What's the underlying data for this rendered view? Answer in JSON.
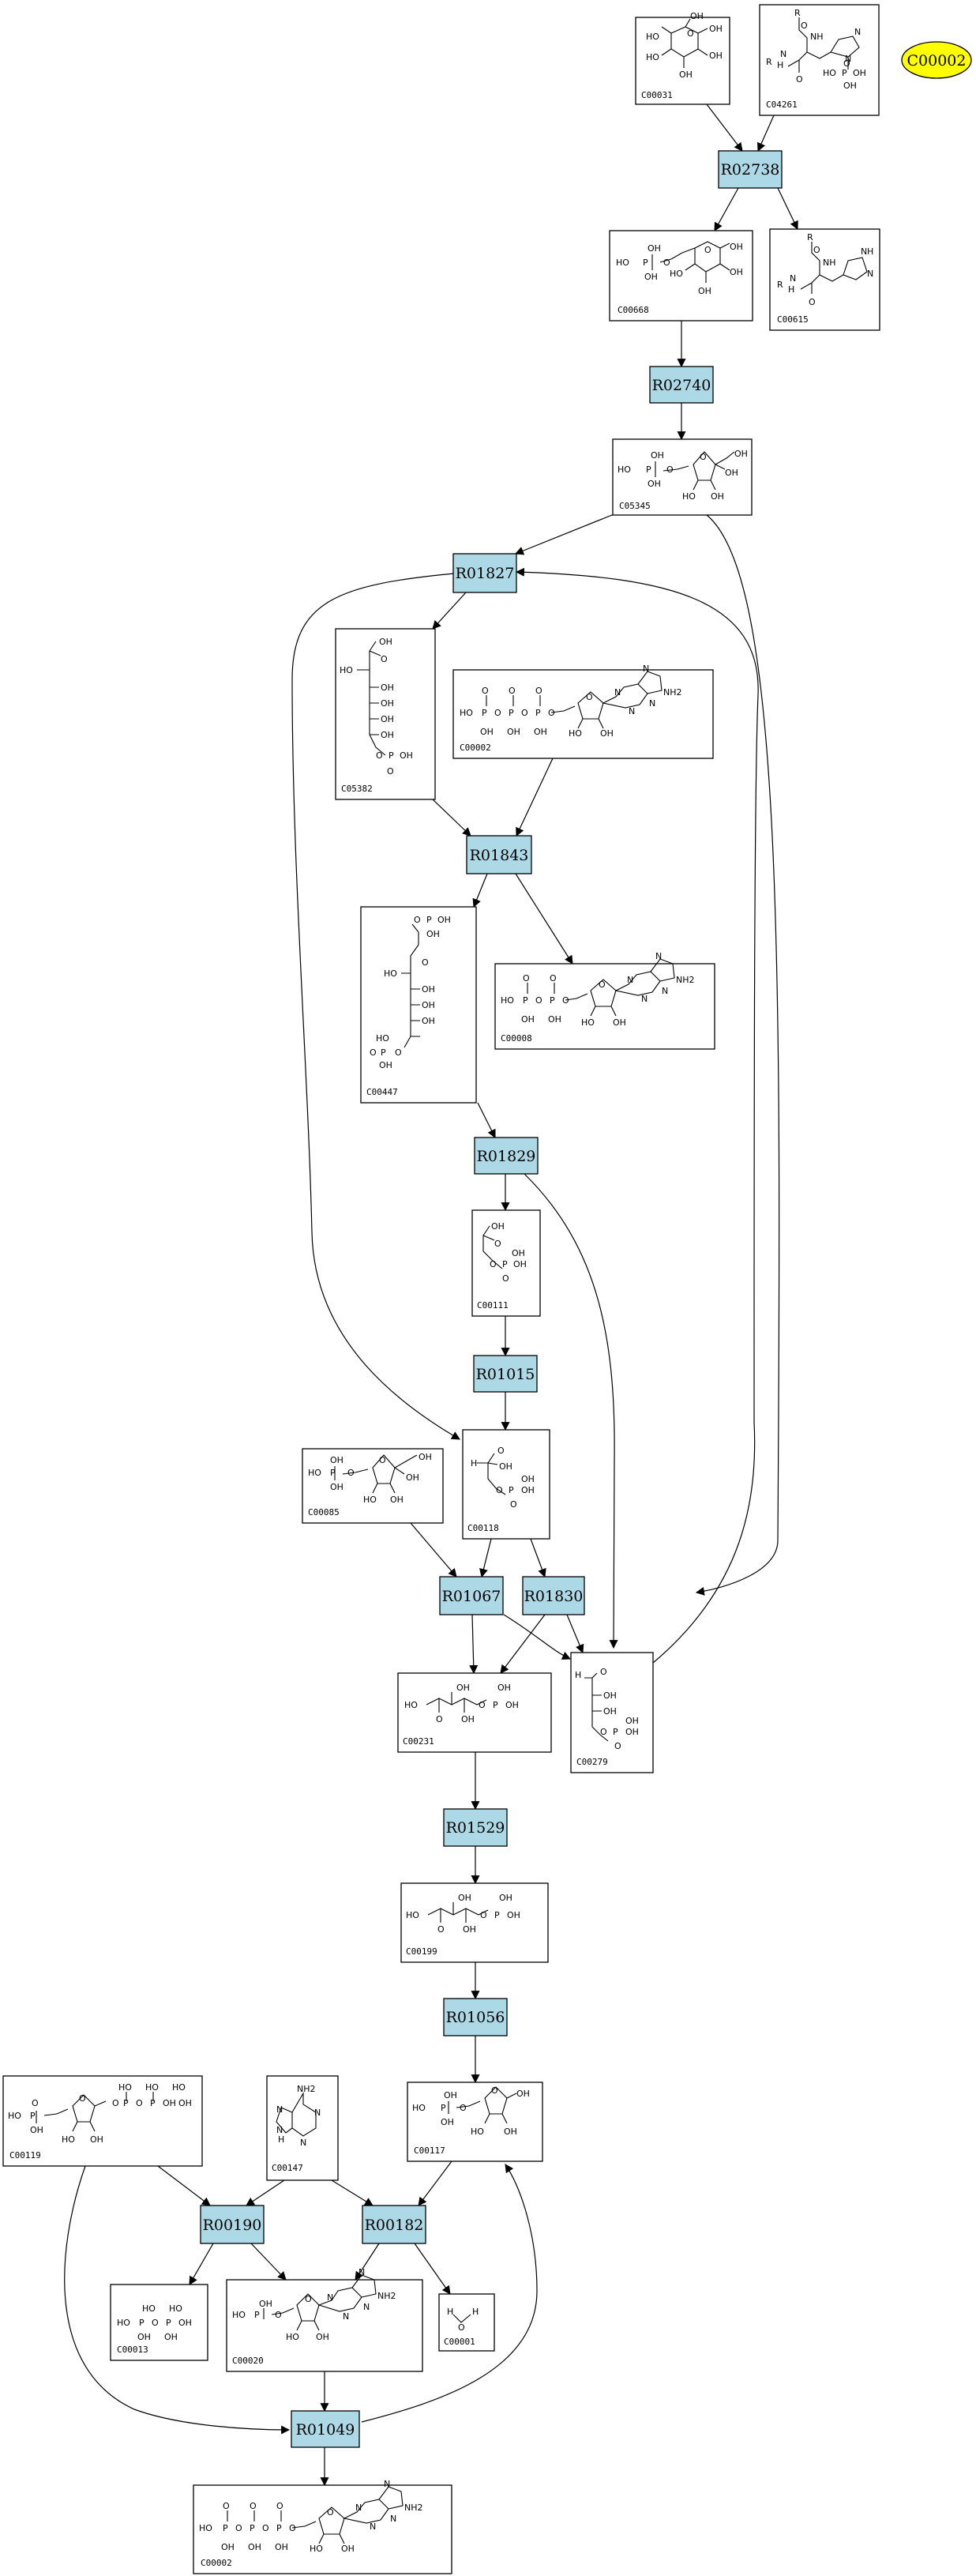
{
  "compounds": {
    "C00031": {
      "id": "C00031",
      "groups": [
        "HO",
        "OH",
        "O",
        "OH",
        "HO",
        "OH",
        "OH"
      ]
    },
    "C04261": {
      "id": "C04261",
      "groups": [
        "R",
        "O",
        "NH",
        "R",
        "N",
        "H",
        "O",
        "N",
        "N",
        "HO",
        "P",
        "OH",
        "O",
        "OH"
      ]
    },
    "C00668": {
      "id": "C00668",
      "groups": [
        "OH",
        "HO",
        "P",
        "O",
        "OH",
        "O",
        "OH",
        "HO",
        "OH",
        "OH"
      ]
    },
    "C00615": {
      "id": "C00615",
      "groups": [
        "R",
        "O",
        "NH",
        "R",
        "N",
        "H",
        "O",
        "N",
        "H",
        "N"
      ]
    },
    "C05345": {
      "id": "C05345",
      "groups": [
        "OH",
        "HO",
        "P",
        "O",
        "OH",
        "O",
        "OH",
        "OH",
        "HO",
        "OH"
      ]
    },
    "C05382": {
      "id": "C05382",
      "groups": [
        "OH",
        "O",
        "HO",
        "OH",
        "OH",
        "OH",
        "OH",
        "O",
        "P",
        "OH",
        "O"
      ]
    },
    "C00002_top": {
      "id": "C00002",
      "groups": [
        "O",
        "O",
        "O",
        "HO",
        "P",
        "O",
        "P",
        "O",
        "P",
        "O",
        "OH",
        "OH",
        "OH",
        "O",
        "N",
        "NH2",
        "N",
        "N",
        "N",
        "HO",
        "OH"
      ]
    },
    "C00447": {
      "id": "C00447",
      "groups": [
        "O",
        "P",
        "OH",
        "OH",
        "O",
        "HO",
        "OH",
        "OH",
        "OH",
        "HO",
        "O",
        "P",
        "O",
        "OH"
      ]
    },
    "C00008": {
      "id": "C00008",
      "groups": [
        "O",
        "O",
        "HO",
        "P",
        "O",
        "P",
        "O",
        "OH",
        "OH",
        "O",
        "N",
        "NH2",
        "N",
        "N",
        "N",
        "HO",
        "OH"
      ]
    },
    "C00111": {
      "id": "C00111",
      "groups": [
        "OH",
        "O",
        "O",
        "P",
        "OH",
        "OH",
        "O"
      ]
    },
    "C00085": {
      "id": "C00085",
      "groups": [
        "OH",
        "HO",
        "P",
        "O",
        "OH",
        "O",
        "OH",
        "OH",
        "HO",
        "OH"
      ]
    },
    "C00118": {
      "id": "C00118",
      "groups": [
        "O",
        "H",
        "OH",
        "O",
        "P",
        "OH",
        "OH",
        "O"
      ]
    },
    "C00231": {
      "id": "C00231",
      "groups": [
        "OH",
        "OH",
        "HO",
        "O",
        "P",
        "OH",
        "O",
        "OH"
      ]
    },
    "C00279": {
      "id": "C00279",
      "groups": [
        "H",
        "O",
        "OH",
        "OH",
        "O",
        "P",
        "OH",
        "O",
        "OH"
      ]
    },
    "C00199": {
      "id": "C00199",
      "groups": [
        "OH",
        "OH",
        "HO",
        "O",
        "P",
        "OH",
        "O",
        "OH"
      ]
    },
    "C00119": {
      "id": "C00119",
      "groups": [
        "HO",
        "HO",
        "HO",
        "HO",
        "P",
        "O",
        "P",
        "O",
        "P",
        "OH",
        "O",
        "OH",
        "O",
        "OH",
        "HO",
        "OH"
      ]
    },
    "C00147": {
      "id": "C00147",
      "groups": [
        "NH2",
        "N",
        "N",
        "N",
        "N",
        "H"
      ]
    },
    "C00117": {
      "id": "C00117",
      "groups": [
        "OH",
        "HO",
        "P",
        "O",
        "O",
        "OH",
        "OH",
        "HO",
        "OH"
      ]
    },
    "C00013": {
      "id": "C00013",
      "groups": [
        "HO",
        "HO",
        "HO",
        "P",
        "O",
        "P",
        "OH",
        "OH",
        "OH"
      ]
    },
    "C00020": {
      "id": "C00020",
      "groups": [
        "OH",
        "HO",
        "P",
        "O",
        "O",
        "N",
        "NH2",
        "N",
        "N",
        "N",
        "HO",
        "OH"
      ]
    },
    "C00001": {
      "id": "C00001",
      "groups": [
        "H",
        "O",
        "H"
      ]
    },
    "C00002_bottom": {
      "id": "C00002",
      "groups": [
        "O",
        "O",
        "O",
        "HO",
        "P",
        "O",
        "P",
        "O",
        "P",
        "O",
        "OH",
        "OH",
        "OH",
        "O",
        "N",
        "NH2",
        "N",
        "N",
        "N",
        "HO",
        "OH"
      ]
    }
  },
  "reactions": {
    "R02738": "R02738",
    "R02740": "R02740",
    "R01827": "R01827",
    "R01843": "R01843",
    "R01829": "R01829",
    "R01015": "R01015",
    "R01067": "R01067",
    "R01830": "R01830",
    "R01529": "R01529",
    "R01056": "R01056",
    "R00190": "R00190",
    "R00182": "R00182",
    "R01049": "R01049"
  },
  "legend_node": {
    "label": "C00002",
    "color": "#ffff00"
  },
  "colors": {
    "reaction_fill": "#add8e6",
    "compound_fill": "#ffffff"
  }
}
